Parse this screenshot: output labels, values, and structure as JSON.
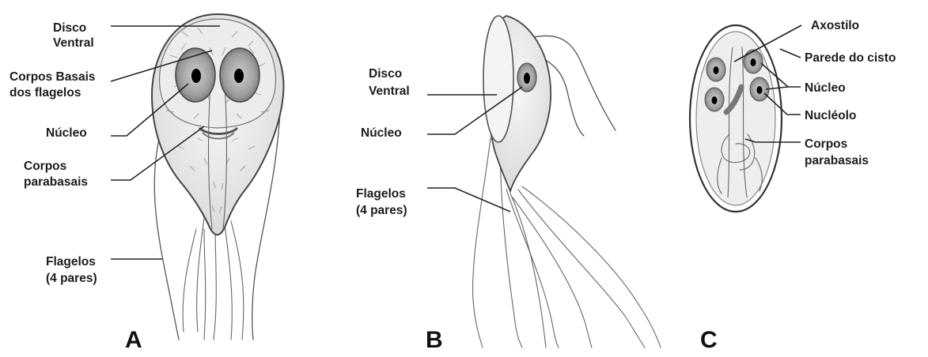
{
  "panel_a": {
    "letter": "A",
    "labels": {
      "disco_1": "Disco",
      "disco_2": "Ventral",
      "corpos_basais_1": "Corpos Basais",
      "corpos_basais_2": "dos flagelos",
      "nucleo": "Núcleo",
      "parabasais_1": "Corpos",
      "parabasais_2": "parabasais",
      "flagelos_1": "Flagelos",
      "flagelos_2": "(4 pares)"
    }
  },
  "panel_b": {
    "letter": "B",
    "labels": {
      "disco_1": "Disco",
      "disco_2": "Ventral",
      "nucleo": "Núcleo",
      "flagelos_1": "Flagelos",
      "flagelos_2": "(4 pares)"
    }
  },
  "panel_c": {
    "letter": "C",
    "labels": {
      "axostilo": "Axostilo",
      "parede": "Parede do cisto",
      "nucleo": "Núcleo",
      "nucleolo": "Nucléolo",
      "parabasais_1": "Corpos",
      "parabasais_2": "parabasais"
    }
  }
}
